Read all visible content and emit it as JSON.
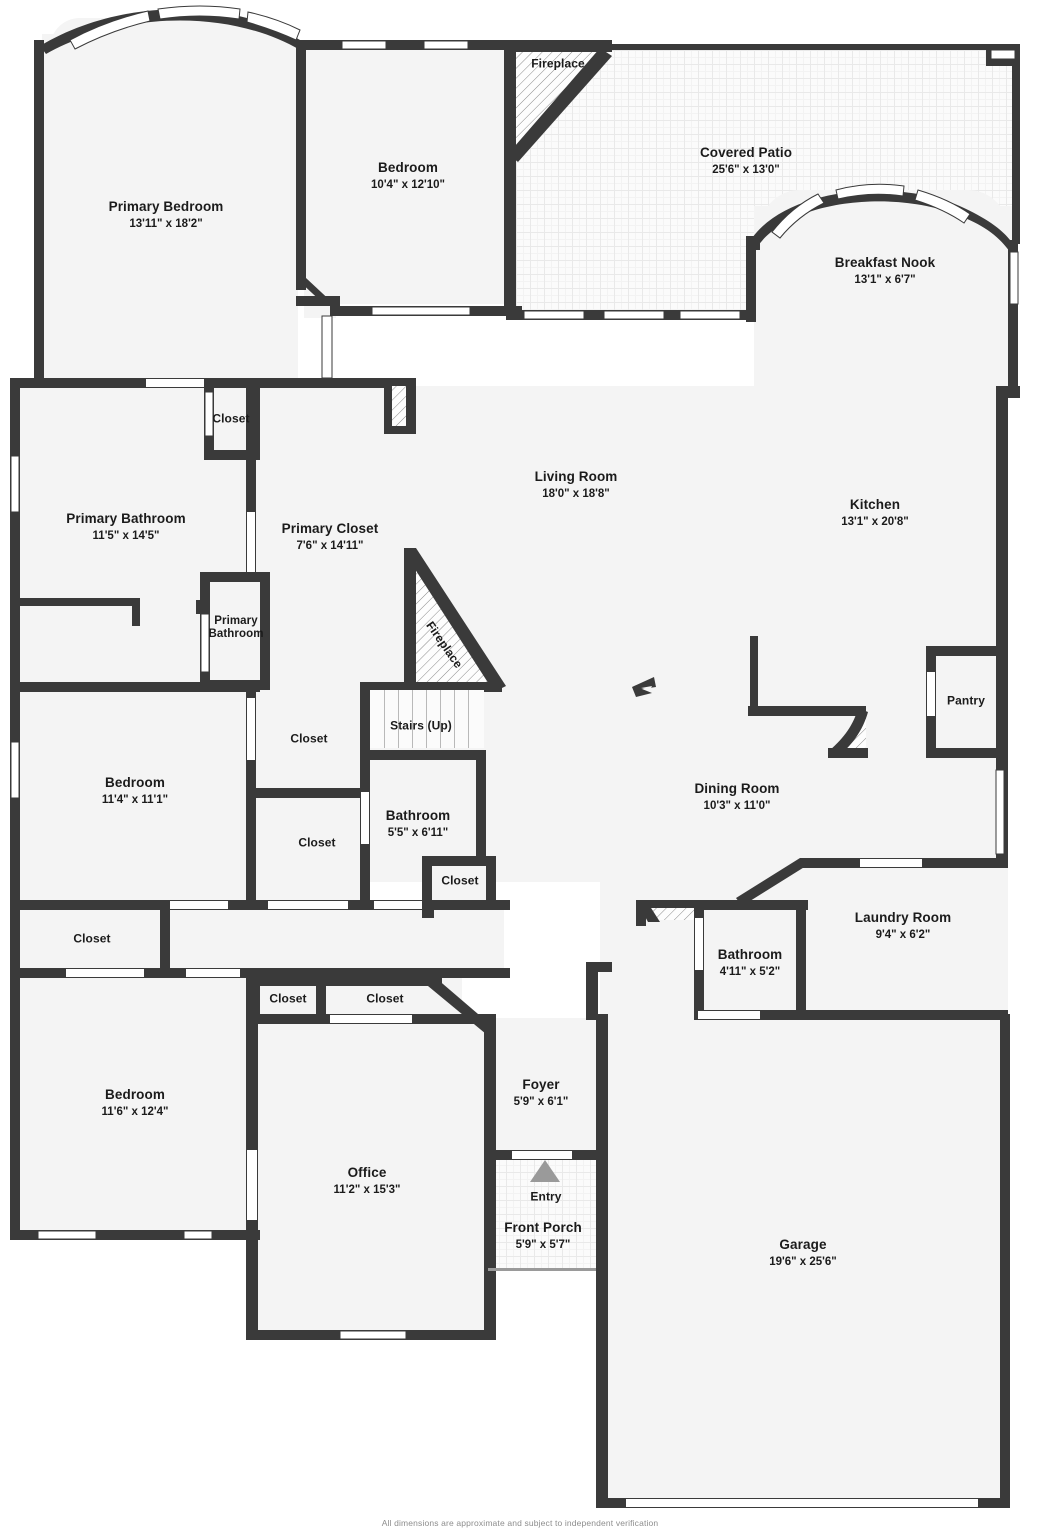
{
  "document": {
    "type": "floor-plan",
    "footer_note": "All dimensions are approximate and subject to independent verification",
    "colors": {
      "wall": "#3a3a3a",
      "room_fill": "#f4f4f4",
      "patio_fill": "#fbfbfb",
      "text": "#1b1b1b",
      "footer_text": "#8d8d8d",
      "arrow": "#9a9a9a"
    }
  },
  "rooms": [
    {
      "id": "primary-bedroom",
      "name": "Primary Bedroom",
      "dimensions": "13'11\" x 18'2\""
    },
    {
      "id": "bedroom-top",
      "name": "Bedroom",
      "dimensions": "10'4\" x 12'10\""
    },
    {
      "id": "fireplace-top",
      "name": "Fireplace",
      "dimensions": ""
    },
    {
      "id": "covered-patio",
      "name": "Covered Patio",
      "dimensions": "25'6\" x 13'0\""
    },
    {
      "id": "breakfast-nook",
      "name": "Breakfast Nook",
      "dimensions": "13'1\" x 6'7\""
    },
    {
      "id": "primary-bathroom",
      "name": "Primary Bathroom",
      "dimensions": "11'5\" x 14'5\""
    },
    {
      "id": "closet-pb",
      "name": "Closet",
      "dimensions": ""
    },
    {
      "id": "primary-closet",
      "name": "Primary Closet",
      "dimensions": "7'6\" x 14'11\""
    },
    {
      "id": "primary-bathroom-2",
      "name": "Primary Bathroom",
      "dimensions": ""
    },
    {
      "id": "living-room",
      "name": "Living Room",
      "dimensions": "18'0\" x 18'8\""
    },
    {
      "id": "kitchen",
      "name": "Kitchen",
      "dimensions": "13'1\" x 20'8\""
    },
    {
      "id": "pantry",
      "name": "Pantry",
      "dimensions": ""
    },
    {
      "id": "fireplace-mid",
      "name": "Fireplace",
      "dimensions": ""
    },
    {
      "id": "closet-a",
      "name": "Closet",
      "dimensions": ""
    },
    {
      "id": "stairs",
      "name": "Stairs (Up)",
      "dimensions": ""
    },
    {
      "id": "bedroom-mid",
      "name": "Bedroom",
      "dimensions": "11'4\" x 11'1\""
    },
    {
      "id": "closet-b",
      "name": "Closet",
      "dimensions": ""
    },
    {
      "id": "bathroom-hall",
      "name": "Bathroom",
      "dimensions": "5'5\" x 6'11\""
    },
    {
      "id": "closet-c",
      "name": "Closet",
      "dimensions": ""
    },
    {
      "id": "dining-room",
      "name": "Dining Room",
      "dimensions": "10'3\" x 11'0\""
    },
    {
      "id": "closet-d",
      "name": "Closet",
      "dimensions": ""
    },
    {
      "id": "laundry-room",
      "name": "Laundry Room",
      "dimensions": "9'4\" x 6'2\""
    },
    {
      "id": "bathroom-half",
      "name": "Bathroom",
      "dimensions": "4'11\" x 5'2\""
    },
    {
      "id": "bedroom-bottom",
      "name": "Bedroom",
      "dimensions": "11'6\" x 12'4\""
    },
    {
      "id": "closet-e",
      "name": "Closet",
      "dimensions": ""
    },
    {
      "id": "closet-f",
      "name": "Closet",
      "dimensions": ""
    },
    {
      "id": "office",
      "name": "Office",
      "dimensions": "11'2\" x 15'3\""
    },
    {
      "id": "foyer",
      "name": "Foyer",
      "dimensions": "5'9\" x 6'1\""
    },
    {
      "id": "entry",
      "name": "Entry",
      "dimensions": ""
    },
    {
      "id": "front-porch",
      "name": "Front Porch",
      "dimensions": "5'9\" x 5'7\""
    },
    {
      "id": "garage",
      "name": "Garage",
      "dimensions": "19'6\" x 25'6\""
    }
  ]
}
